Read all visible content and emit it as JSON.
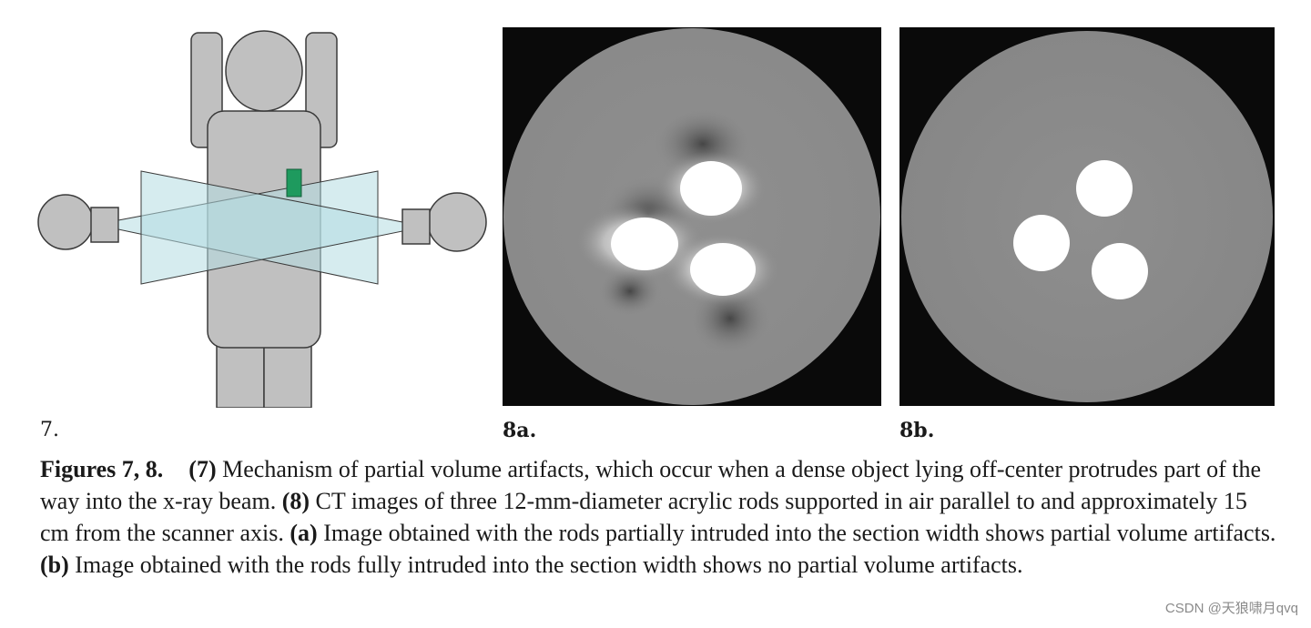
{
  "figure_labels": {
    "fig7": "7.",
    "fig8a": "8a.",
    "fig8b": "8b."
  },
  "caption": {
    "lead": "Figures 7, 8.",
    "marker_7": "(7)",
    "text_7": " Mechanism of partial volume artifacts, which occur when a dense object lying off-center protrudes part of the way into the x-ray beam. ",
    "marker_8": "(8)",
    "text_8": " CT images of three 12-mm-diameter acrylic rods supported in air parallel to and approximately 15 cm from the scanner axis. ",
    "marker_a": "(a)",
    "text_a": " Image obtained with the rods partially intruded into the section width shows partial volume artifacts. ",
    "marker_b": "(b)",
    "text_b": " Image obtained with the rods fully intruded into the section width shows no partial volume artifacts."
  },
  "watermark": "CSDN @天狼啸月qvq",
  "colors": {
    "figure_gray": "#c0c0c0",
    "outline": "#3a3a3a",
    "beam": "#b5dde2",
    "dense_object": "#1e9a5e",
    "ct_background": "#0a0a0a",
    "ct_phantom": "#8c8c8c",
    "rod": "#ffffff"
  }
}
